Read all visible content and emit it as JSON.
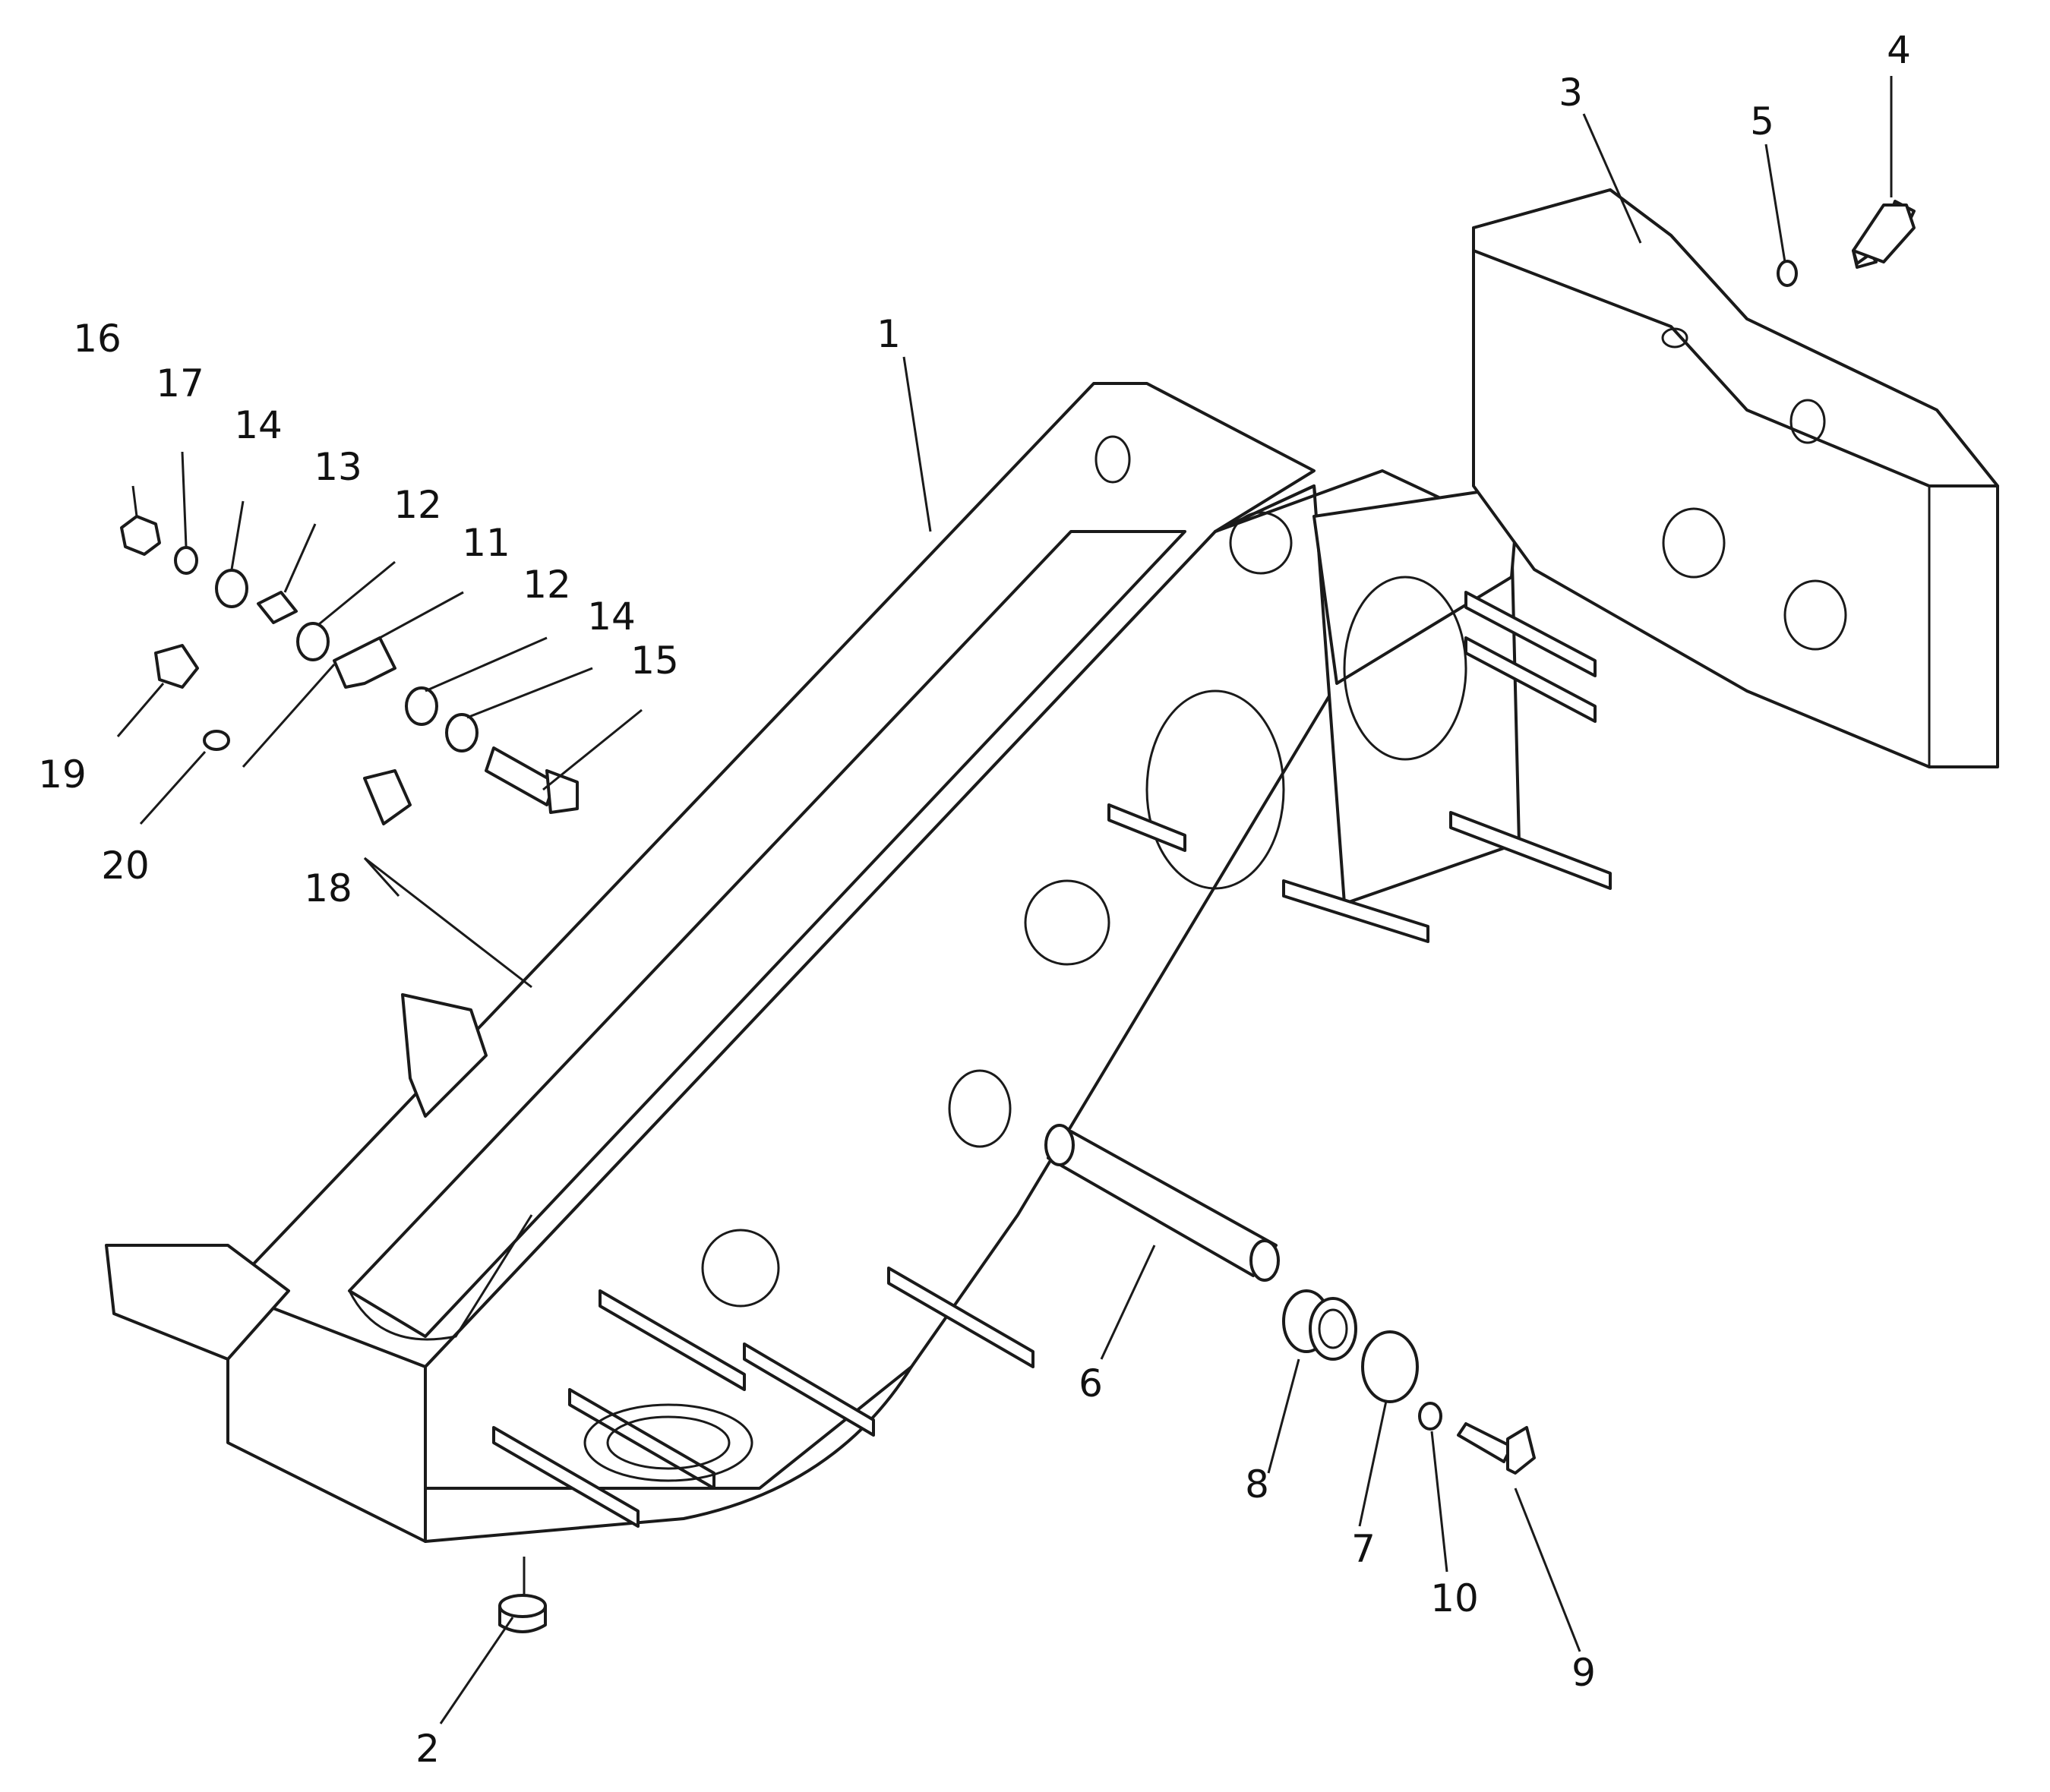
{
  "callouts": [
    {
      "id": "1",
      "label": "1"
    },
    {
      "id": "2",
      "label": "2"
    },
    {
      "id": "3",
      "label": "3"
    },
    {
      "id": "4",
      "label": "4"
    },
    {
      "id": "5",
      "label": "5"
    },
    {
      "id": "6",
      "label": "6"
    },
    {
      "id": "7",
      "label": "7"
    },
    {
      "id": "8",
      "label": "8"
    },
    {
      "id": "9",
      "label": "9"
    },
    {
      "id": "10",
      "label": "10"
    },
    {
      "id": "11",
      "label": "11"
    },
    {
      "id": "12a",
      "label": "12"
    },
    {
      "id": "12b",
      "label": "12"
    },
    {
      "id": "13",
      "label": "13"
    },
    {
      "id": "14a",
      "label": "14"
    },
    {
      "id": "14b",
      "label": "14"
    },
    {
      "id": "15",
      "label": "15"
    },
    {
      "id": "16",
      "label": "16"
    },
    {
      "id": "17",
      "label": "17"
    },
    {
      "id": "18",
      "label": "18"
    },
    {
      "id": "19",
      "label": "19"
    },
    {
      "id": "20",
      "label": "20"
    }
  ]
}
